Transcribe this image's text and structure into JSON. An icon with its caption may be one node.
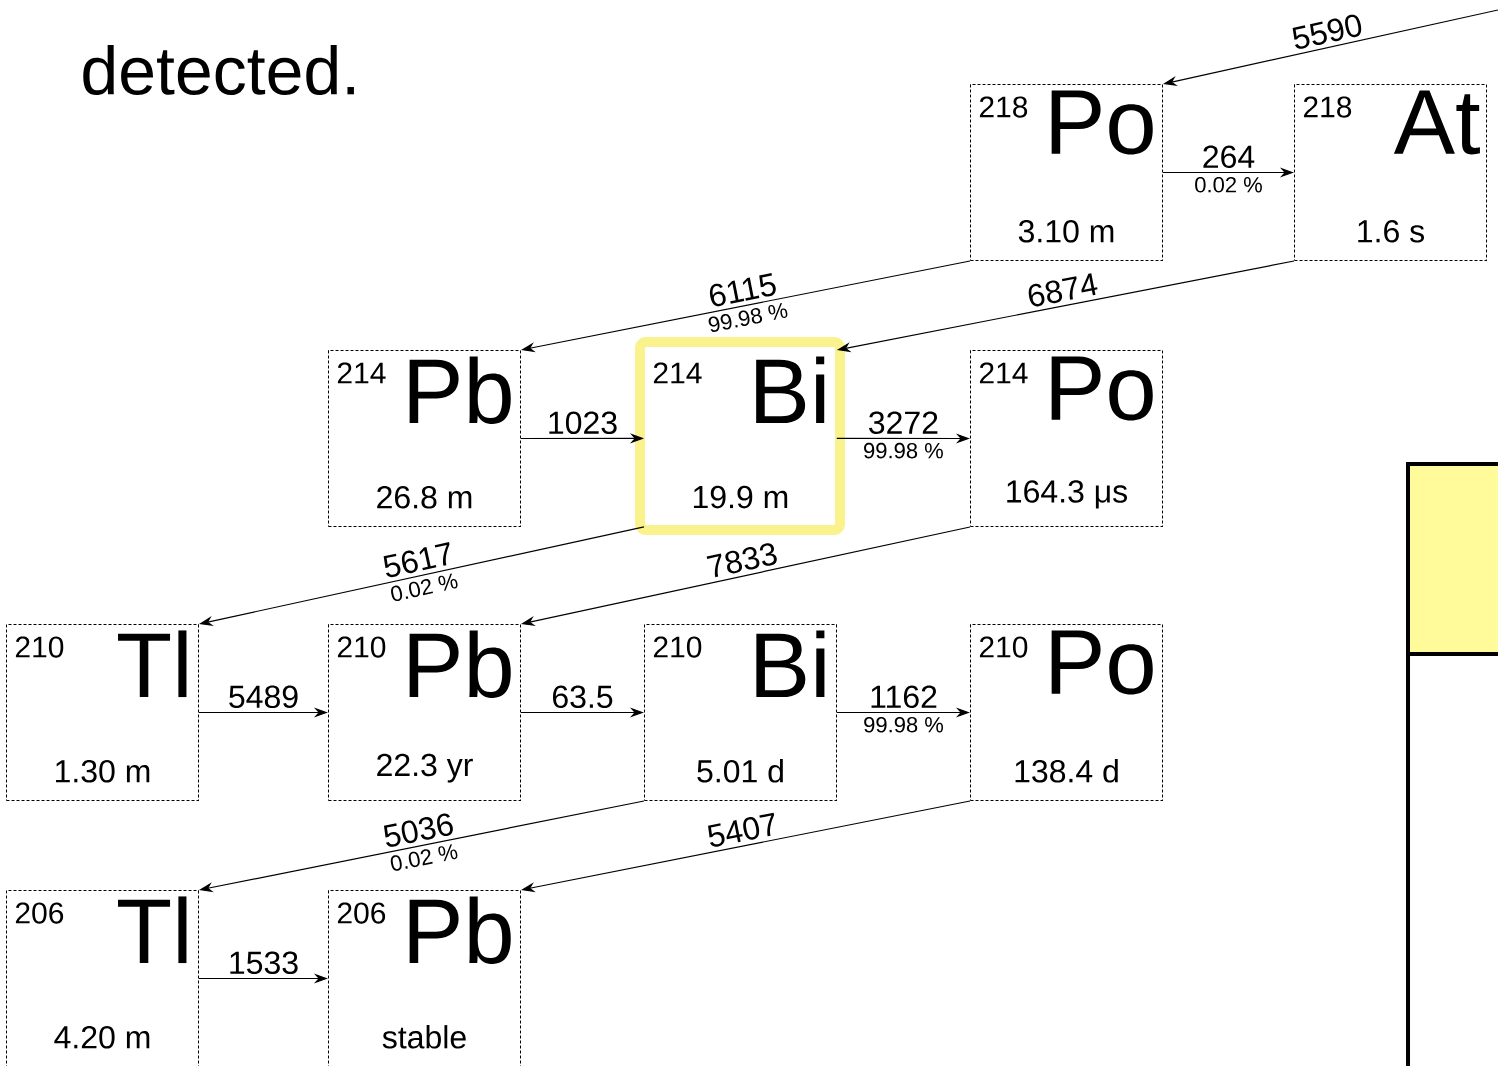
{
  "diagram": {
    "nodes": [
      {
        "text": [
          "218",
          "Po",
          "3.10 m"
        ]
      },
      {
        "text": [
          "218",
          "At",
          "1.6 s"
        ]
      },
      {
        "text": [
          "214",
          "Pb",
          "26.8 m"
        ]
      },
      {
        "text": [
          "214",
          "Bi",
          "19.9 m"
        ]
      },
      {
        "text": [
          "214",
          "Po",
          "164.3 μs"
        ]
      },
      {
        "text": [
          "210",
          "Tl",
          "1.30 m"
        ]
      },
      {
        "text": [
          "210",
          "Pb",
          "22.3 yr"
        ]
      },
      {
        "text": [
          "210",
          "Bi",
          "5.01 d"
        ]
      },
      {
        "text": [
          "210",
          "Po",
          "138.4 d"
        ]
      },
      {
        "text": [
          "206",
          "Tl",
          "4.20 m"
        ]
      },
      {
        "text": [
          "206",
          "Pb",
          "stable"
        ]
      }
    ],
    "edges": [
      {
        "from": null,
        "to": 0,
        "arrow": "to",
        "label": "5590"
      },
      {
        "from": 0,
        "to": 1,
        "arrow": "to",
        "label": "264"
      },
      {
        "from": 0,
        "to": 2,
        "arrow": "to",
        "label": "6115"
      },
      {
        "from": 1,
        "to": 3,
        "arrow": "to",
        "label": "6874"
      },
      {
        "from": 2,
        "to": 3,
        "arrow": "to",
        "label": "1023"
      },
      {
        "from": 3,
        "to": 4,
        "arrow": "to",
        "label": "3272"
      },
      {
        "from": 3,
        "to": 5,
        "arrow": "to",
        "label": "5617"
      },
      {
        "from": 4,
        "to": 6,
        "arrow": "to",
        "label": "7833"
      },
      {
        "from": 5,
        "to": 6,
        "arrow": "to",
        "label": "5489"
      },
      {
        "from": 6,
        "to": 7,
        "arrow": "to",
        "label": "63.5"
      },
      {
        "from": 7,
        "to": 8,
        "arrow": "to",
        "label": "1162"
      },
      {
        "from": 7,
        "to": 9,
        "arrow": "to",
        "label": "5036"
      },
      {
        "from": 8,
        "to": 10,
        "arrow": "to",
        "label": "5407"
      },
      {
        "from": 9,
        "to": 10,
        "arrow": "to",
        "label": "1533"
      }
    ],
    "labels": [
      "detected.",
      "0.02 %",
      "99.98 %",
      "99.98 %",
      "0.02 %",
      "99.98 %",
      "0.02 %"
    ]
  }
}
